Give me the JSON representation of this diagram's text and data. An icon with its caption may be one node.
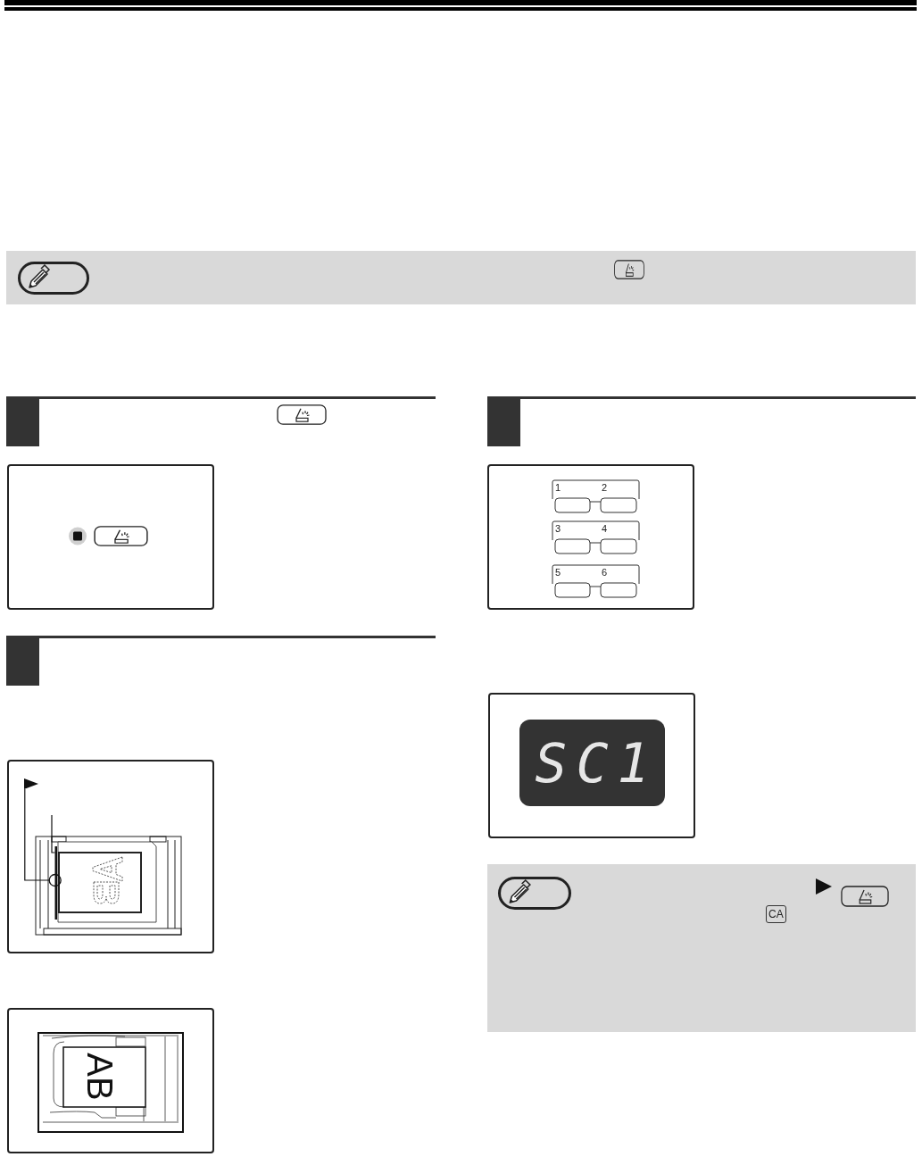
{
  "diagram": {
    "nodes": [
      {
        "text": [],
        "shape": "triangle"
      },
      {
        "text": [],
        "shape": "circle"
      },
      {
        "text": [],
        "shape": "bar"
      }
    ],
    "edges": [
      {
        "from": 0,
        "to": 1,
        "arrow": "none"
      },
      {
        "from": null,
        "to": 2,
        "arrow": "none"
      }
    ],
    "labels": [
      "AB",
      "1",
      "2",
      "3",
      "4",
      "5",
      "6",
      "SC1",
      "CA"
    ]
  }
}
